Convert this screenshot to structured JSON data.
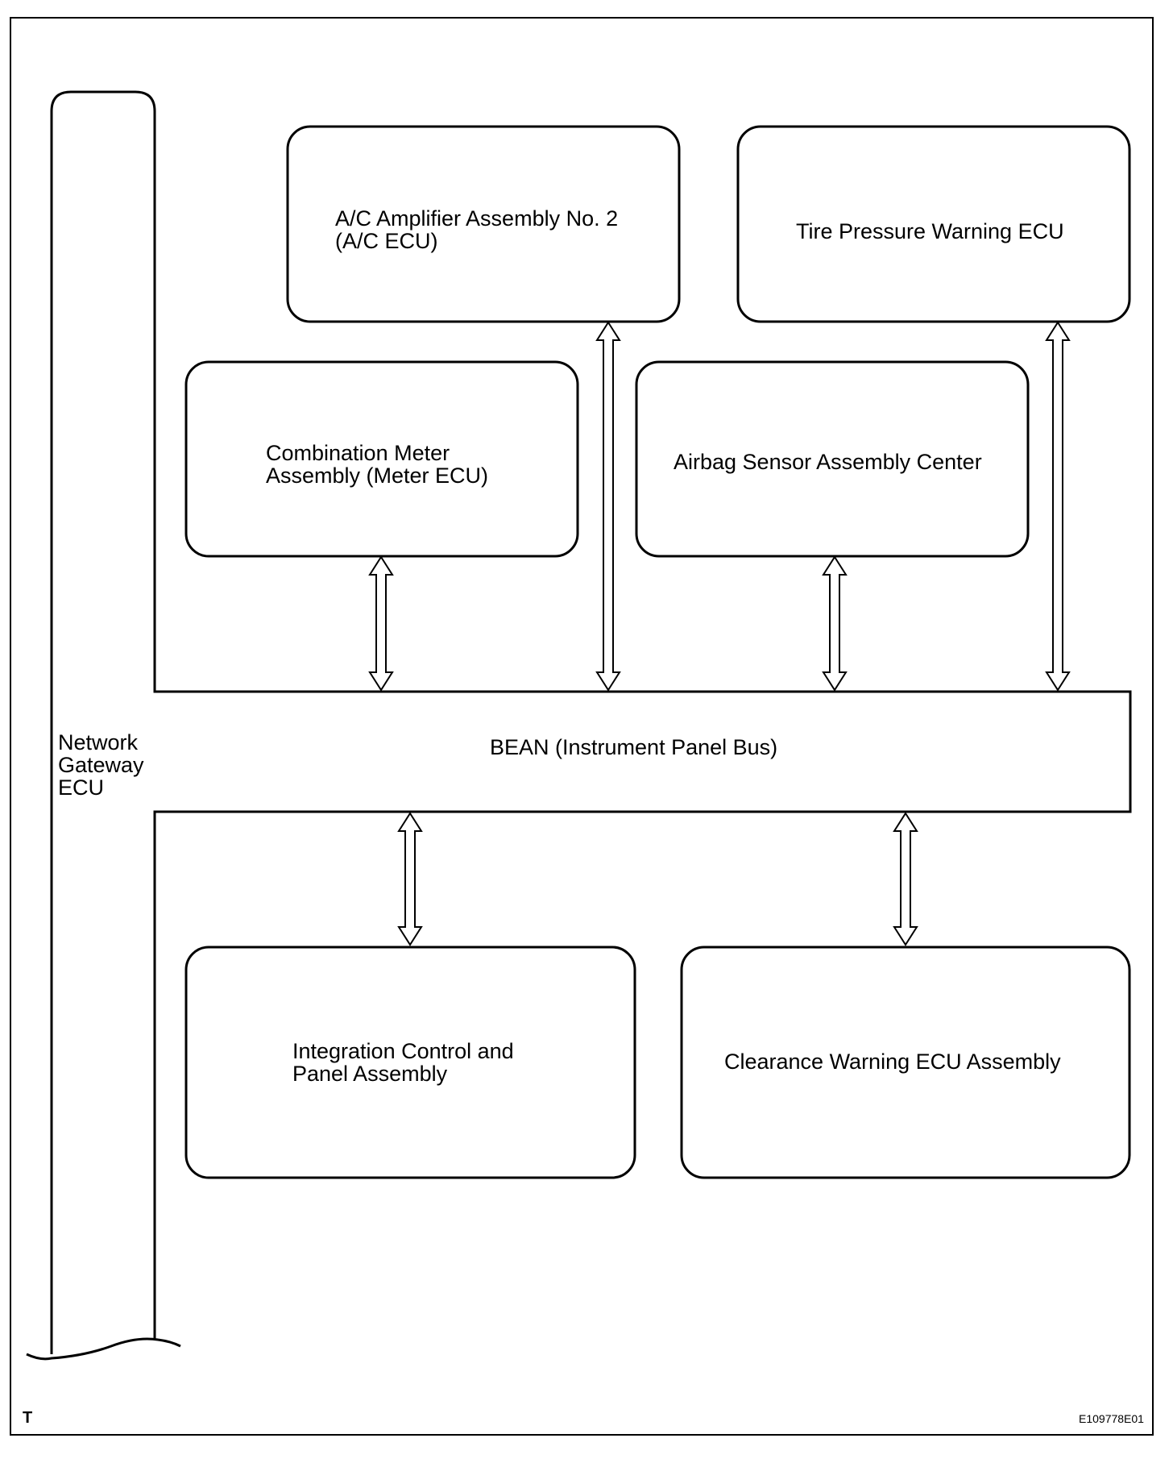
{
  "gateway": {
    "lines": [
      "Network",
      "Gateway",
      "ECU"
    ]
  },
  "bus": {
    "label": "BEAN (Instrument Panel Bus)"
  },
  "ecus": {
    "ac_amplifier": {
      "lines": [
        "A/C Amplifier Assembly No. 2",
        "(A/C ECU)"
      ]
    },
    "tire_pressure": {
      "lines": [
        "Tire Pressure Warning ECU"
      ]
    },
    "combination_meter": {
      "lines": [
        "Combination Meter",
        "Assembly (Meter ECU)"
      ]
    },
    "airbag_sensor": {
      "lines": [
        "Airbag Sensor Assembly Center"
      ]
    },
    "integration_control": {
      "lines": [
        "Integration Control and",
        "Panel Assembly"
      ]
    },
    "clearance_warning": {
      "lines": [
        "Clearance Warning ECU Assembly"
      ]
    }
  },
  "footer": {
    "left_mark": "T",
    "figure_id": "E109778E01"
  }
}
